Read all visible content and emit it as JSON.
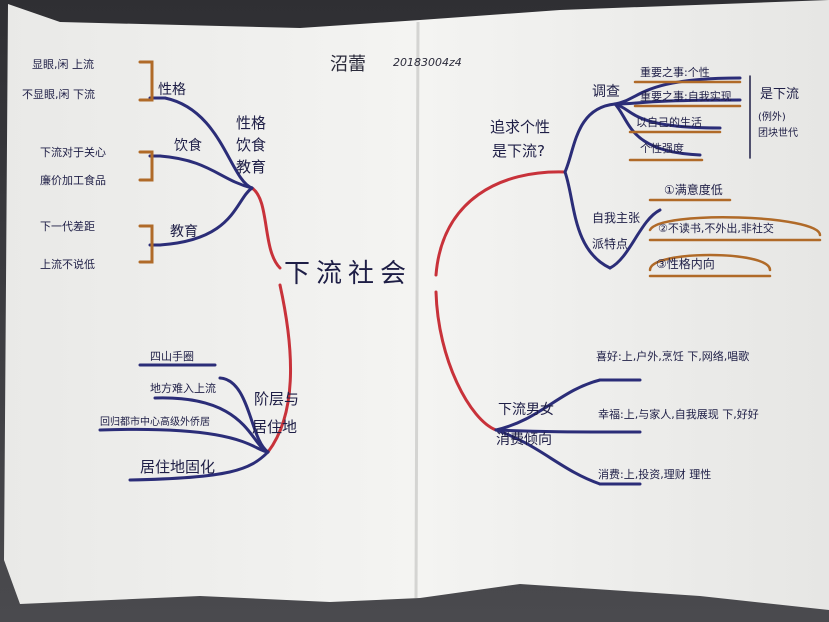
{
  "paper": {
    "title": "沼蕾",
    "date": "20183004z4",
    "center": "下流社会"
  },
  "left": {
    "traits_label": [
      "性格",
      "饮食",
      "教育"
    ],
    "personality": {
      "label": "性格",
      "items": [
        "显眼,闲 上流",
        "不显眼,闲 下流"
      ]
    },
    "diet": {
      "label": "饮食",
      "items": [
        "下流对于关心",
        "廉价加工食品"
      ]
    },
    "education": {
      "label": "教育",
      "items": [
        "下一代差距",
        "上流不说低"
      ]
    },
    "class_residence": {
      "label": [
        "阶层与",
        "居住地"
      ],
      "items": [
        "四山手圈",
        "地方难入上流",
        "回归都市中心高级外侨居",
        "居住地固化"
      ]
    }
  },
  "right": {
    "question": {
      "label": [
        "追求个性",
        "是下流?"
      ],
      "survey": {
        "label": "调查",
        "items": [
          "重要之事:个性",
          "重要之事:自我实现",
          "以自己的生活",
          "个性强度"
        ],
        "conclusion": [
          "是下流",
          "(例外)",
          "团块世代"
        ]
      },
      "traits": {
        "label": [
          "自我主张",
          "派特点"
        ],
        "items": [
          "①满意度低",
          "②不读书,不外出,非社交",
          "③性格内向"
        ]
      }
    },
    "consumption": {
      "label": [
        "下流男女",
        "消费倾向"
      ],
      "items": [
        "喜好:上,户外,烹饪 下,网络,唱歌",
        "幸福:上,与家人,自我展现 下,好好",
        "消费:上,投资,理财 理性"
      ]
    }
  },
  "colors": {
    "red": "#c8323a",
    "navy": "#2b2d78",
    "brown": "#b06a28",
    "ink": "#1e1e46",
    "paper": "#f1f1ef"
  }
}
